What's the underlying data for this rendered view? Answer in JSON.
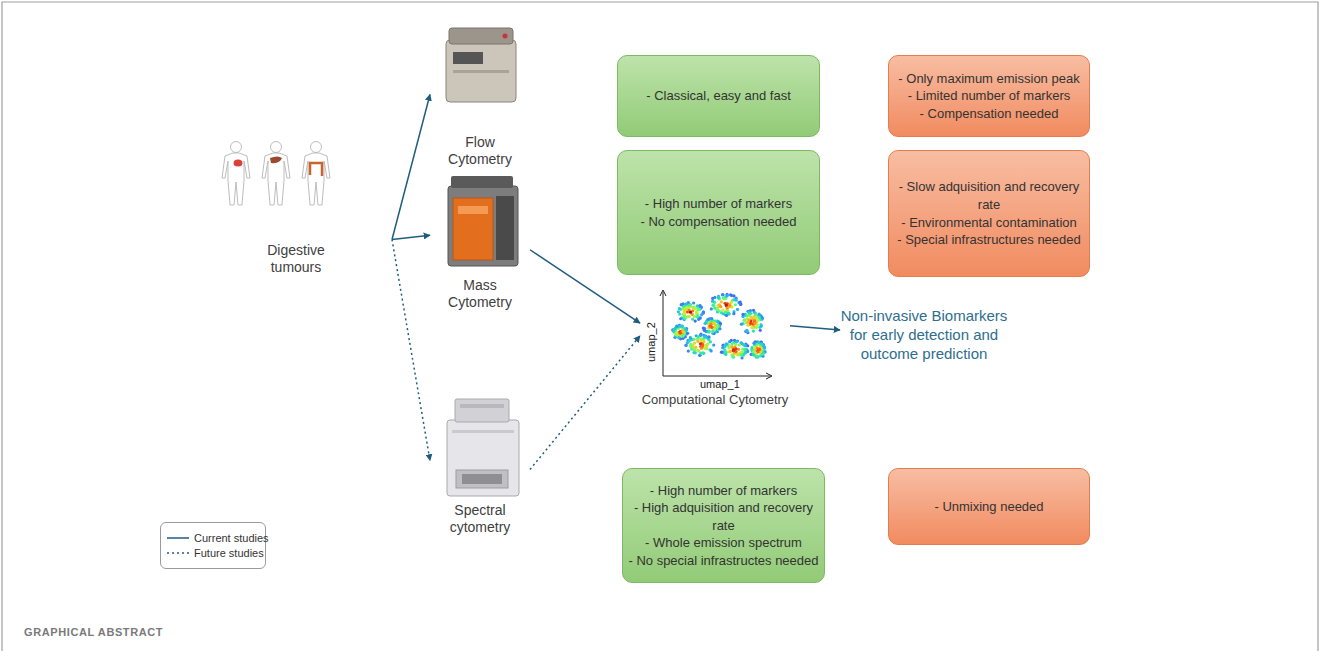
{
  "diagram": {
    "nodes": [
      {
        "text": [
          "Digestive tumours"
        ]
      },
      {
        "text": [
          "Flow Cytometry"
        ]
      },
      {
        "text": [
          "- Classical, easy and fast"
        ]
      },
      {
        "text": [
          "- Only maximum emission peak",
          "- Limited number of markers",
          "- Compensation needed"
        ]
      },
      {
        "text": [
          "Mass Cytometry"
        ]
      },
      {
        "text": [
          "- High number of markers",
          "- No compensation needed"
        ]
      },
      {
        "text": [
          "- Slow adquisition and recovery rate",
          "- Environmental contamination",
          "- Special infrastructures needed"
        ]
      },
      {
        "text": [
          "Computational Cytometry"
        ]
      },
      {
        "text": [
          "Non-invasive Biomarkers for early detection and outcome prediction"
        ]
      },
      {
        "text": [
          "Spectral cytometry"
        ]
      },
      {
        "text": [
          "- High number of markers",
          "- High adquisition and recovery rate",
          "- Whole emission spectrum",
          "- No special infrastructes needed"
        ]
      },
      {
        "text": [
          "- Unmixing needed"
        ]
      }
    ],
    "edges": [
      {
        "from": 0,
        "to": 1,
        "arrow": "to"
      },
      {
        "from": 0,
        "to": 4,
        "arrow": "to"
      },
      {
        "from": 0,
        "to": 9,
        "arrow": "to"
      },
      {
        "from": 4,
        "to": 7,
        "arrow": "to"
      },
      {
        "from": 9,
        "to": 7,
        "arrow": "to"
      },
      {
        "from": 7,
        "to": 8,
        "arrow": "to"
      }
    ],
    "labels": [
      "umap_2",
      "umap_1",
      "GRAPHICAL ABSTRACT"
    ],
    "legend": [
      {
        "text": "Current studies"
      },
      {
        "text": "Future studies"
      }
    ]
  }
}
